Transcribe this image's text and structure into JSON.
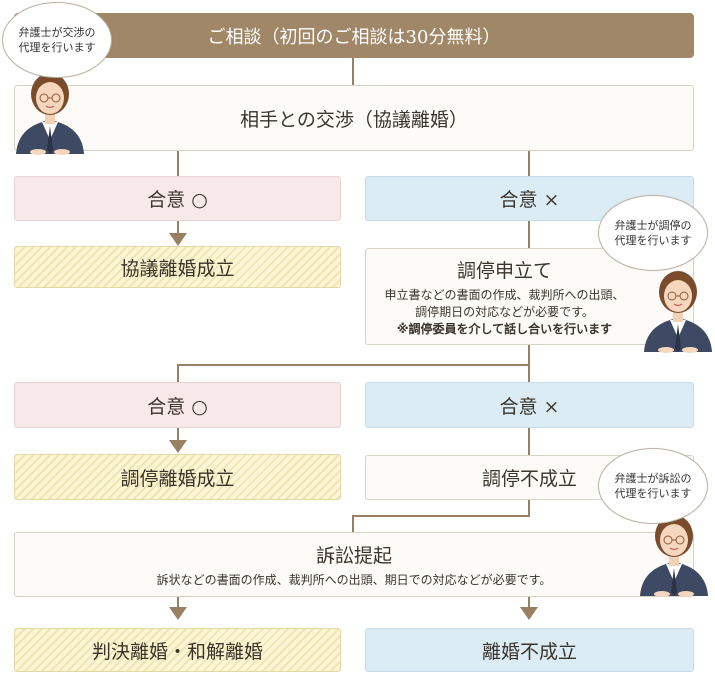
{
  "consultation": "ご相談（初回のご相談は30分無料）",
  "negotiation": "相手との交渉（協議離婚）",
  "agree_o": "合意 ○",
  "agree_x": "合意 ×",
  "kyogi_success": "協議離婚成立",
  "chotei_apply": {
    "title": "調停申立て",
    "desc1": "申立書などの書面の作成、裁判所への出頭、",
    "desc2": "調停期日の対応などが必要です。",
    "note": "※調停委員を介して話し合いを行います"
  },
  "chotei_success": "調停離婚成立",
  "chotei_fail": "調停不成立",
  "lawsuit": {
    "title": "訴訟提起",
    "desc": "訴状などの書面の作成、裁判所への出頭、期日での対応などが必要です。"
  },
  "judgment": "判決離婚・和解離婚",
  "divorce_fail": "離婚不成立",
  "bubbles": {
    "negotiation": [
      "弁護士が交渉の",
      "代理を行います"
    ],
    "mediation": [
      "弁護士が調停の",
      "代理を行います"
    ],
    "litigation": [
      "弁護士が訴訟の",
      "代理を行います"
    ]
  },
  "colors": {
    "brown": "#a08767",
    "pink": "#f7e9ea",
    "blue": "#dbecf5",
    "yellow": "#fdf6d4"
  }
}
